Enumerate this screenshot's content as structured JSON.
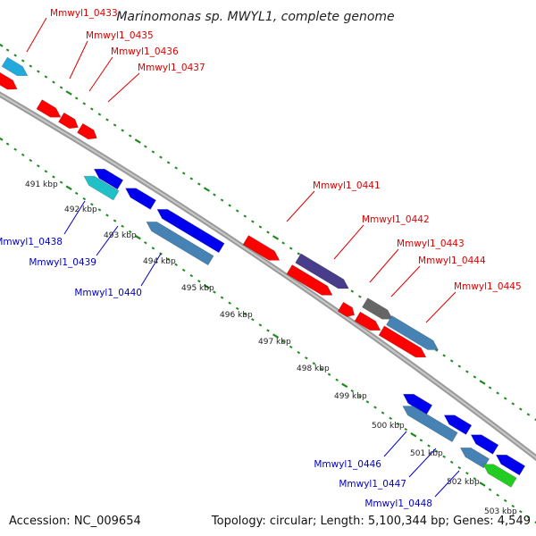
{
  "title": "Marinomonas sp. MWYL1, complete genome",
  "footer": {
    "accession": "Accession: NC_009654",
    "summary": "Topology: circular; Length: 5,100,344 bp; Genes: 4,549"
  },
  "colors": {
    "forward_label": "#dd0000",
    "reverse_label": "#0000cc",
    "backbone": "#8a8a8a",
    "ticks": "#1f8a1f",
    "gene_red": "#ff0000",
    "gene_blue": "#0000ee",
    "gene_steel": "#4682b4",
    "gene_cyan": "#20c0c8",
    "gene_sky": "#22aadd",
    "gene_purple": "#483d8b",
    "gene_gray": "#666666",
    "gene_green": "#22cc22"
  },
  "tick_labels": [
    "491 kbp",
    "492 kbp",
    "493 kbp",
    "494 kbp",
    "495 kbp",
    "496 kbp",
    "497 kbp",
    "498 kbp",
    "499 kbp",
    "500 kbp",
    "501 kbp",
    "502 kbp",
    "503 kbp"
  ],
  "forward_gene_labels": [
    "Mmwyl1_0433",
    "Mmwyl1_0435",
    "Mmwyl1_0436",
    "Mmwyl1_0437",
    "Mmwyl1_0441",
    "Mmwyl1_0442",
    "Mmwyl1_0443",
    "Mmwyl1_0444",
    "Mmwyl1_0445"
  ],
  "reverse_gene_labels": [
    "Mmwyl1_0438",
    "Mmwyl1_0439",
    "Mmwyl1_0440",
    "Mmwyl1_0446",
    "Mmwyl1_0447",
    "Mmwyl1_0448"
  ]
}
